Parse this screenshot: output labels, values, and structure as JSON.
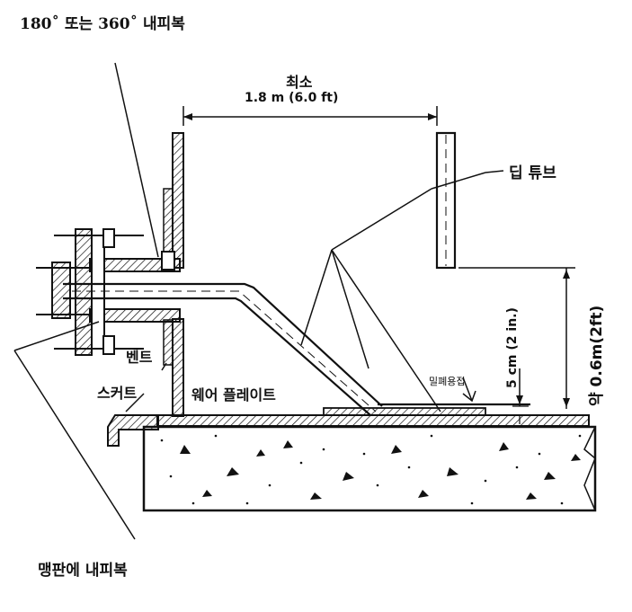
{
  "labels": {
    "title": "180˚ 또는 360˚ 내피복",
    "minimum_word": "최소",
    "minimum_dim": "1.8 m (6.0 ft)",
    "dip_tube": "딥 튜브",
    "vent": "벤트",
    "skirt": "스커트",
    "weir_plate": "웨어 플레이트",
    "seal_weld": "밀폐용접",
    "gap_dim": "5 cm (2 in.)",
    "height_dim": "약 0.6m(2ft)",
    "bottom_caption": "맹판에 내피복"
  }
}
